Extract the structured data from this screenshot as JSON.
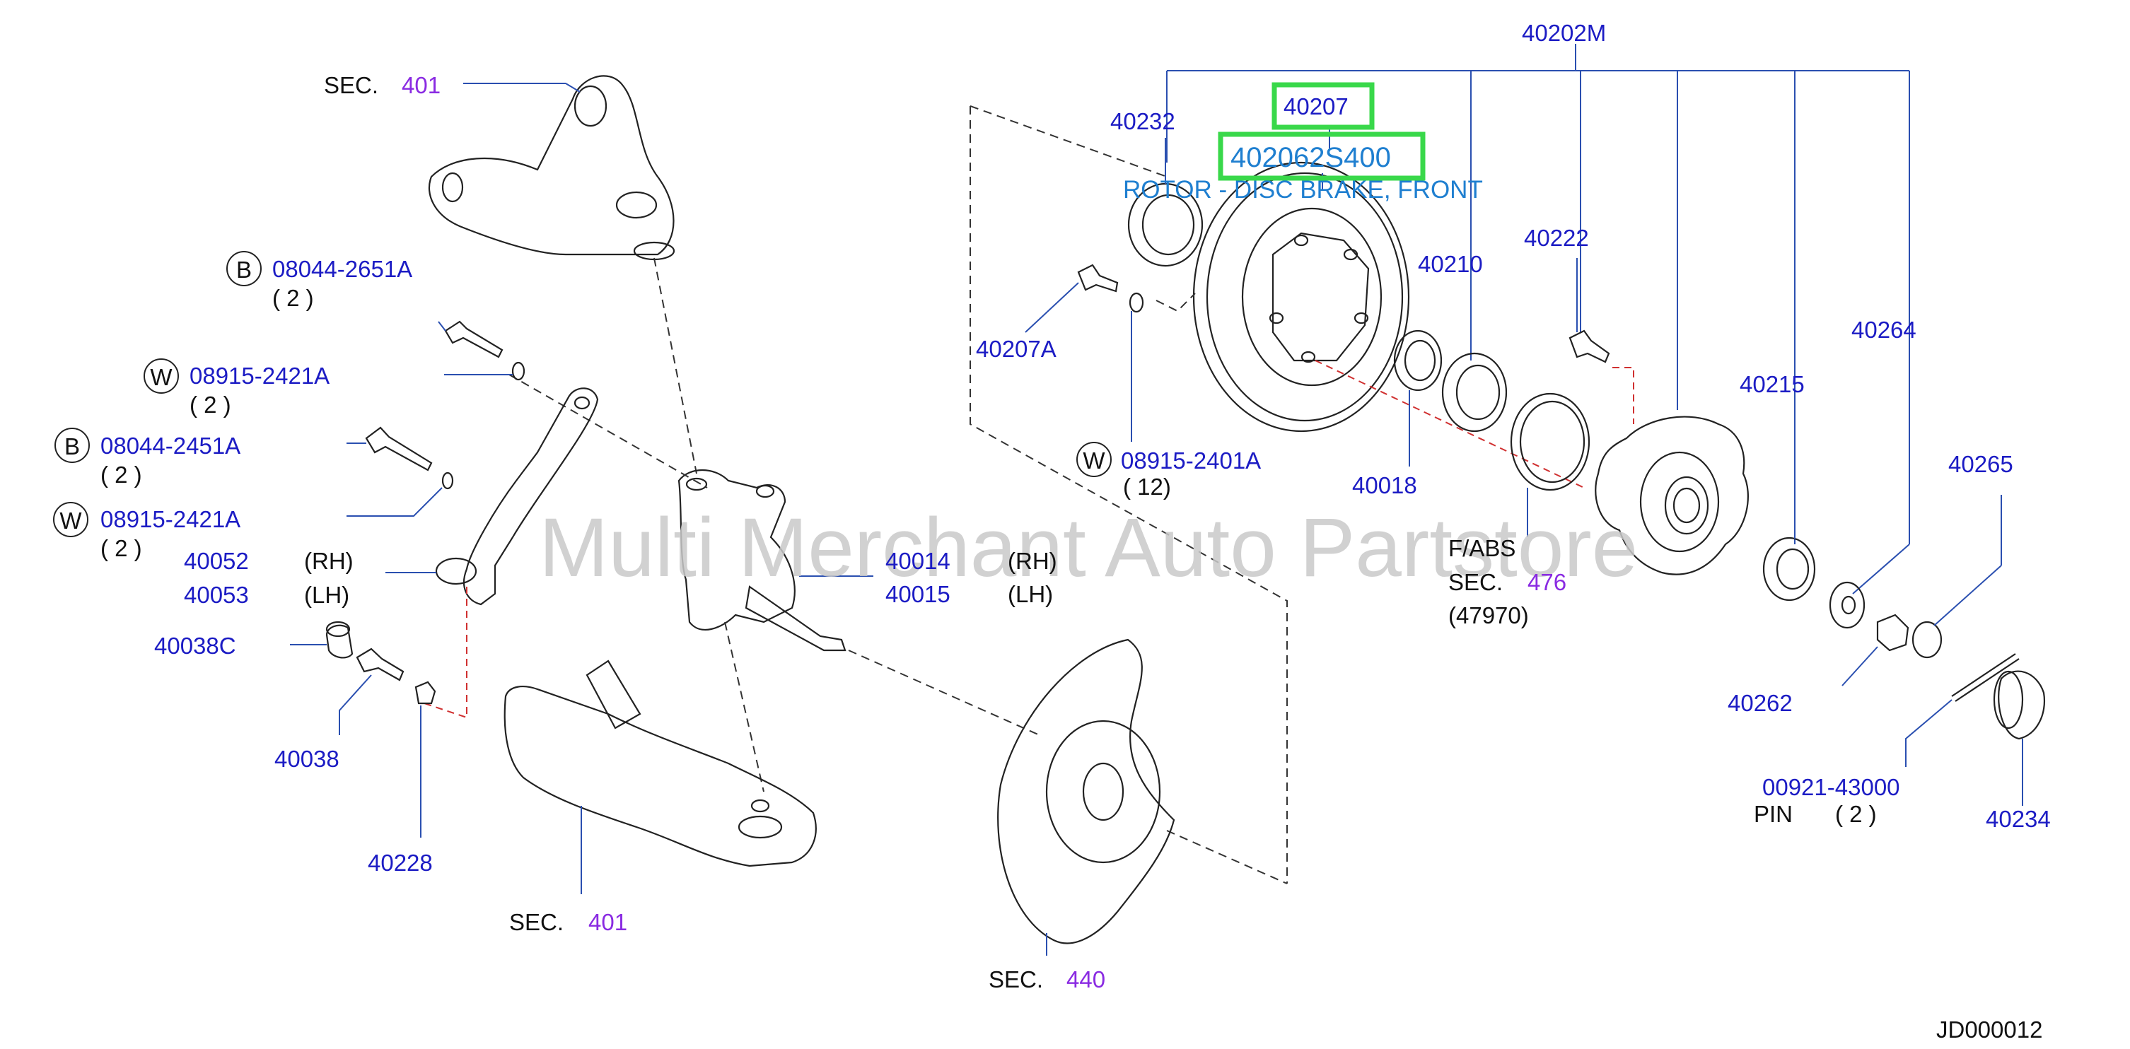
{
  "parts": {
    "p40202M": "40202M",
    "p40207": "40207",
    "p40206": "402062S400",
    "rotor_desc": "ROTOR - DISC BRAKE, FRONT",
    "p40232": "40232",
    "p40210": "40210",
    "p40222": "40222",
    "p40264": "40264",
    "p40215": "40215",
    "p40265": "40265",
    "p40262": "40262",
    "p00921": "00921-43000",
    "pin": "PIN",
    "pin_qty": "( 2 )",
    "p40234": "40234",
    "p40207A": "40207A",
    "w_08915_2401A": "08915-2401A",
    "w_08915_2401A_qty": "( 12)",
    "p40018": "40018",
    "fabs": "F/ABS",
    "sec476_word": "SEC.",
    "sec476_num": "476",
    "p47970": "(47970)",
    "sec401_top_word": "SEC.",
    "sec401_top_num": "401",
    "b_08044_2651A": "08044-2651A",
    "b_08044_2651A_qty": "( 2 )",
    "w_08915_2421A_a": "08915-2421A",
    "w_08915_2421A_a_qty": "( 2 )",
    "b_08044_2451A": "08044-2451A",
    "b_08044_2451A_qty": "( 2 )",
    "w_08915_2421A_b": "08915-2421A",
    "w_08915_2421A_b_qty": "( 2 )",
    "p40052": "40052",
    "rh1": "(RH)",
    "p40053": "40053",
    "lh1": "(LH)",
    "p40014": "40014",
    "rh2": "(RH)",
    "p40015": "40015",
    "lh2": "(LH)",
    "p40038C": "40038C",
    "p40038": "40038",
    "p40228": "40228",
    "sec401_bot_word": "SEC.",
    "sec401_bot_num": "401",
    "sec440_word": "SEC.",
    "sec440_num": "440",
    "diagram_id": "JD000012"
  },
  "symbols": {
    "bolt": "B",
    "washer": "W"
  },
  "watermark": "Multi Merchant Auto Partstore",
  "colors": {
    "part_number": "#1c1cc4",
    "section_ref": "#8a2be2",
    "highlight": "#39d84a",
    "description": "#1f7fd0"
  }
}
